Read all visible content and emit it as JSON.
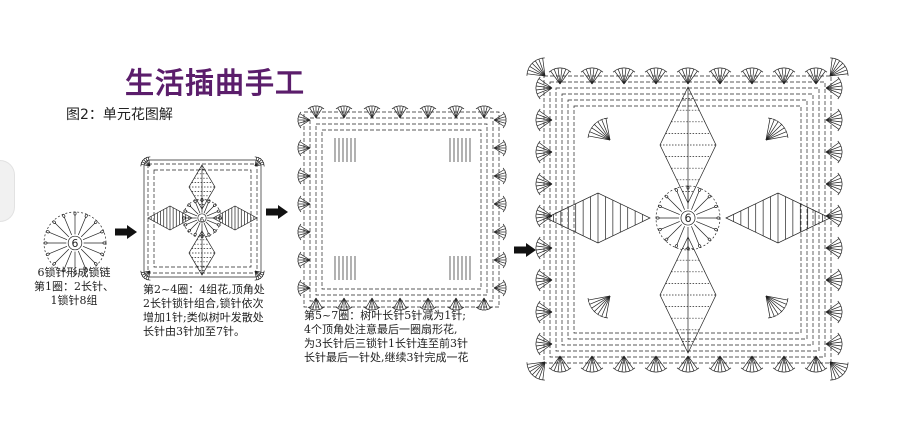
{
  "title": "生活插曲手工",
  "subtitle": "图2：单元花图解",
  "colors": {
    "title": "#5b1d6b",
    "ink": "#222222",
    "arrow": "#111111"
  },
  "steps": [
    {
      "id": "step1",
      "center_label": "6",
      "lines": [
        "6锁针形成锁链",
        "第1圈：2长针、",
        "1锁针8组"
      ]
    },
    {
      "id": "step2",
      "center_label": "6",
      "lines": [
        "第2~4圈：4组花,顶角处",
        "2长针锁针组合,锁针依次",
        "增加1针;类似树叶发散处",
        "长针由3针加至7针。"
      ]
    },
    {
      "id": "step3",
      "lines": [
        "第5~7圈：树叶长针5针减为1针;",
        "4个顶角处注意最后一圈扇形花,",
        "为3长针后三锁针1长针连至前3针",
        "长针最后一针处,继续3针完成一花"
      ]
    },
    {
      "id": "step4",
      "center_label": "6"
    }
  ],
  "arrows": [
    "arrow-1",
    "arrow-2",
    "arrow-3"
  ]
}
